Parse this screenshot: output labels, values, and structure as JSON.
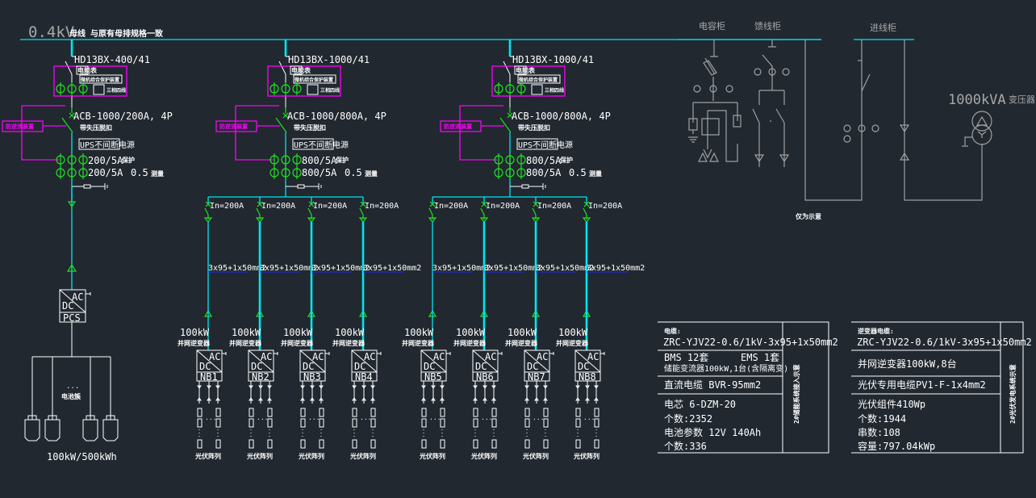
{
  "colors": {
    "background": "#212830",
    "busbar": "#00e5f0",
    "device": "#22e022",
    "control": "#ff00ff",
    "existing": "#a0a0a0",
    "text": "#ffffff"
  },
  "title": {
    "voltage": "0.4kV",
    "text": "母线  与原有母排规格一致"
  },
  "feeders": [
    {
      "switch": "HD13BX-400/41",
      "acb": "ACB-1000/200A,  4P",
      "ct_protect": "200/5A",
      "ct_measure": "200/5A",
      "accuracy": "0.5"
    },
    {
      "switch": "HD13BX-1000/41",
      "acb": "ACB-1000/800A,  4P",
      "ct_protect": "800/5A",
      "ct_measure": "800/5A",
      "accuracy": "0.5"
    },
    {
      "switch": "HD13BX-1000/41",
      "acb": "ACB-1000/800A,  4P",
      "ct_protect": "800/5A",
      "ct_measure": "800/5A",
      "accuracy": "0.5"
    }
  ],
  "feeder_labels": {
    "meter": "电能表",
    "protection_device": "微机综合保护装置",
    "meter_type": "三相四线",
    "anti_backflow": "防逆流装置",
    "undervoltage": "带失压脱扣",
    "ups": "UPS不间断电源",
    "protect": "保护",
    "measure": "测量"
  },
  "storage": {
    "pcs_ac": "AC",
    "pcs_dc": "DC",
    "pcs_label": "PCS",
    "cluster": "电池簇",
    "ellipsis": "...",
    "capacity": "100kW/500kWh"
  },
  "pv": {
    "breaker": "In=200A",
    "cable": "3x95+1x50mm2",
    "power": "100kW",
    "inverter_label": "并网逆变器",
    "array_label": "光伏阵列",
    "ac": "AC",
    "dc": "DC",
    "inverters": [
      "NB1",
      "NB2",
      "NB3",
      "NB4",
      "NB5",
      "NB6",
      "NB7",
      "NB8"
    ]
  },
  "existing": {
    "capacitor": "电容柜",
    "feeder": "馈线柜",
    "incoming": "进线柜",
    "transformer": "1000kVA",
    "transformer_label": "变压器",
    "note": "仅为示意"
  },
  "storage_table": {
    "cable_label": "电缆:",
    "cable": "ZRC-YJV22-0.6/1kV-3x95+1x50mm2",
    "bms": "BMS 12套",
    "ems": "EMS  1套",
    "pcs": "储能变流器100kW,1台(含隔离变)",
    "dc_cable": "直流电缆 BVR-95mm2",
    "cell": "电芯 6-DZM-20",
    "cell_count": "个数:2352",
    "battery": "电池参数 12V 140Ah",
    "battery_count": "个数:336",
    "side": "2#储能系统接入示意"
  },
  "pv_table": {
    "cable_label": "逆变器电缆:",
    "cable": "ZRC-YJV22-0.6/1kV-3x95+1x50mm2",
    "inverter": "并网逆变器100kW,8台",
    "pv_cable": "光伏专用电缆PV1-F-1x4mm2",
    "module": "光伏组件410Wp",
    "module_count": "个数:1944",
    "strings": "串数:108",
    "capacity": "容量:797.04kWp",
    "side": "2#光伏发电系统示意"
  }
}
